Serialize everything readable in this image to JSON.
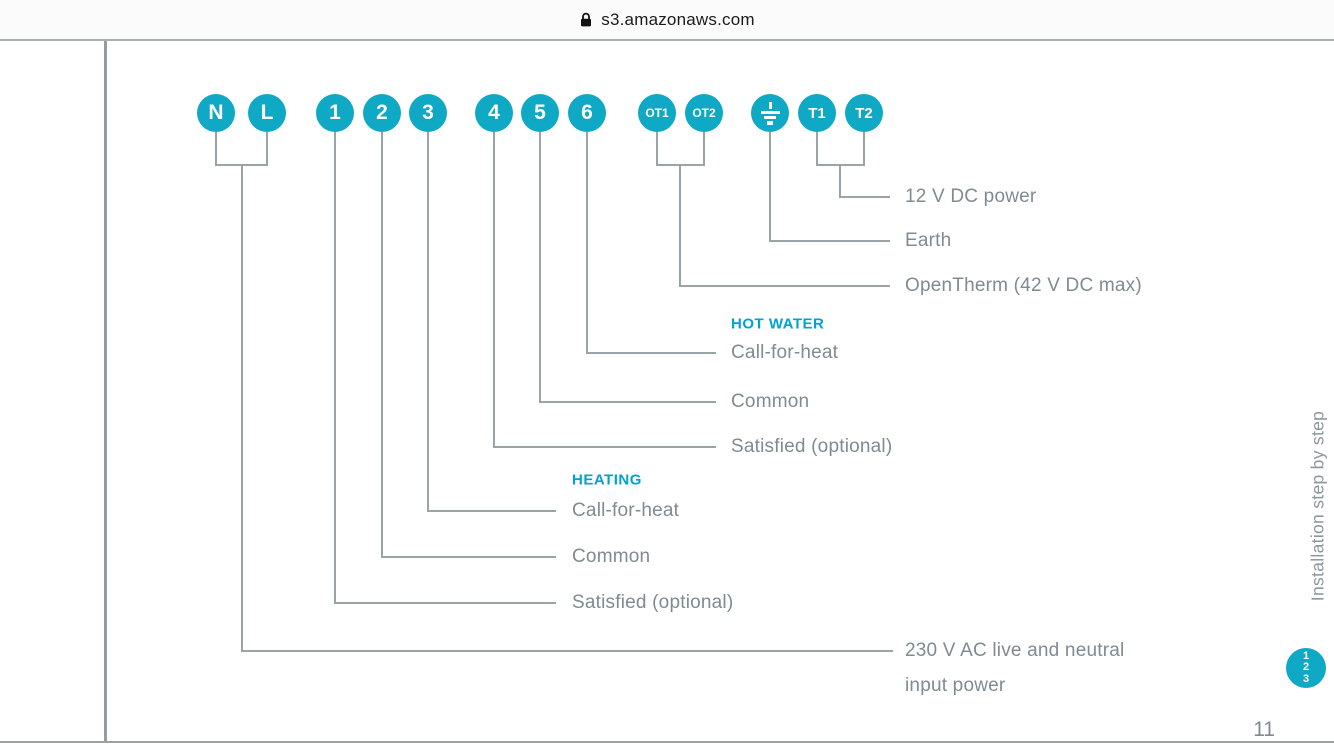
{
  "browser": {
    "url": "s3.amazonaws.com"
  },
  "colors": {
    "terminal_teal": "#0fa8c5",
    "section_heading_cyan": "#00a3d0",
    "label_gray": "#7f8b91",
    "line_gray": "#9aa3a6"
  },
  "diagram": {
    "terminals": [
      {
        "label": "N"
      },
      {
        "label": "L"
      },
      {
        "label": "1"
      },
      {
        "label": "2"
      },
      {
        "label": "3"
      },
      {
        "label": "4"
      },
      {
        "label": "5"
      },
      {
        "label": "6"
      },
      {
        "label": "OT1"
      },
      {
        "label": "OT2"
      },
      {
        "label": "earth",
        "icon": "earth-symbol-icon"
      },
      {
        "label": "T1"
      },
      {
        "label": "T2"
      }
    ],
    "right_labels": [
      "12 V DC power",
      "Earth",
      "OpenTherm (42 V DC max)"
    ],
    "hot_water": {
      "heading": "HOT WATER",
      "rows": [
        "Call-for-heat",
        "Common",
        "Satisfied (optional)"
      ]
    },
    "heating": {
      "heading": "HEATING",
      "rows": [
        "Call-for-heat",
        "Common",
        "Satisfied (optional)"
      ]
    },
    "power_label": {
      "line1": "230 V AC live and neutral",
      "line2": "input power"
    }
  },
  "sidebar": {
    "vertical_text": "Installation step by step",
    "badge_steps": [
      "1",
      "2",
      "3"
    ]
  },
  "footer": {
    "page_number": "11"
  }
}
